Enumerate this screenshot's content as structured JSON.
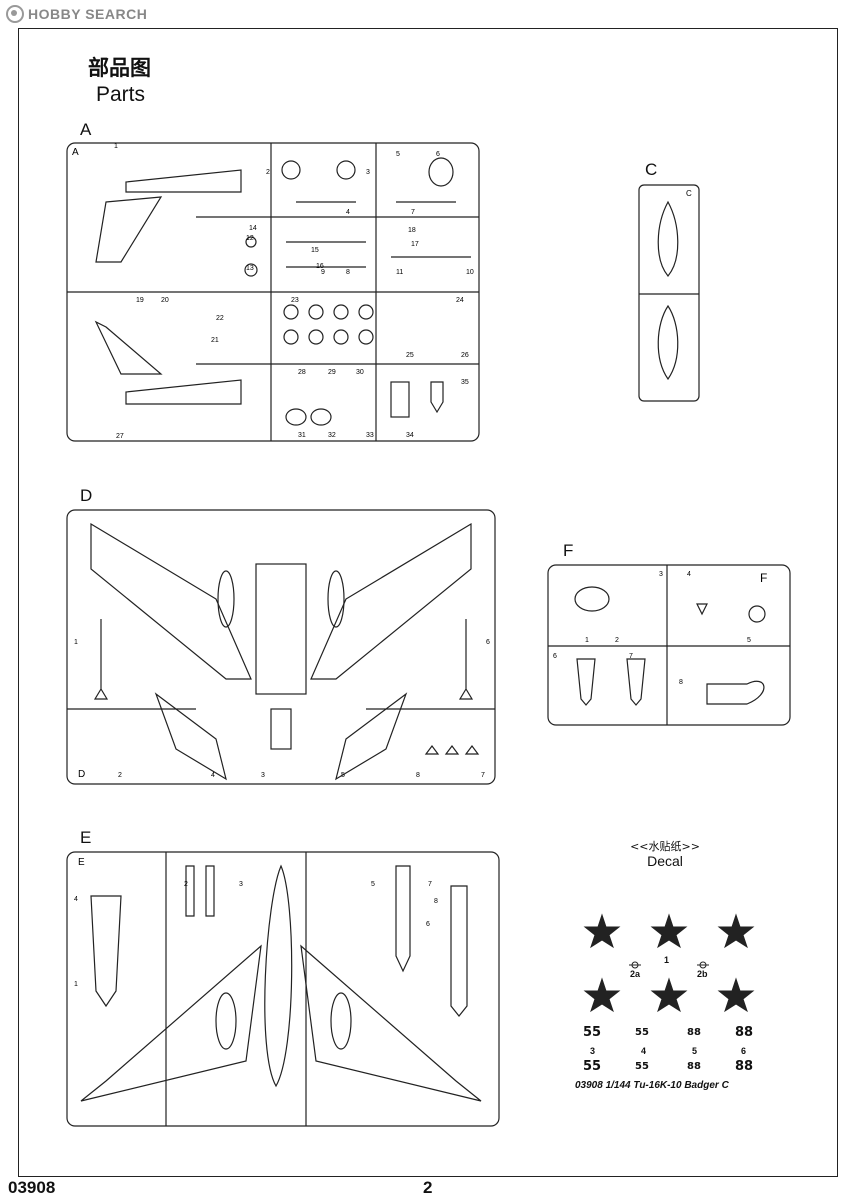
{
  "watermark": "HOBBY SEARCH",
  "title_cn": "部品图",
  "title_en": "Parts",
  "sprues": {
    "A": {
      "label": "A",
      "tag": "A"
    },
    "C": {
      "label": "C",
      "tag": "C"
    },
    "D": {
      "label": "D",
      "tag": "D"
    },
    "E": {
      "label": "E",
      "tag": "E"
    },
    "F": {
      "label": "F",
      "tag": "F"
    }
  },
  "part_numbers": {
    "A": [
      "1",
      "2",
      "3",
      "4",
      "5",
      "6",
      "7",
      "8",
      "9",
      "10",
      "11",
      "12",
      "13",
      "14",
      "15",
      "16",
      "17",
      "18",
      "19",
      "20",
      "21",
      "22",
      "23",
      "24",
      "25",
      "26",
      "27",
      "28",
      "29",
      "30",
      "31",
      "32",
      "33",
      "34",
      "35"
    ],
    "D": [
      "1",
      "2",
      "3",
      "4",
      "5",
      "6",
      "7",
      "8"
    ],
    "E": [
      "1",
      "2",
      "3",
      "4",
      "5",
      "6",
      "7",
      "8"
    ],
    "F": [
      "1",
      "2",
      "3",
      "4",
      "5",
      "6",
      "7",
      "8"
    ]
  },
  "decal": {
    "header_cn": "<<水贴纸>>",
    "header_en": "Decal",
    "star_labels": [
      "1",
      "2a",
      "2b"
    ],
    "numbers_row1": [
      "55",
      "55",
      "88",
      "88"
    ],
    "index_row1": [
      "3",
      "4",
      "5",
      "6"
    ],
    "numbers_row2": [
      "55",
      "55",
      "88",
      "88"
    ],
    "code": "03908 1/144 Tu-16K-10 Badger C"
  },
  "footer": {
    "code": "03908",
    "page": "2"
  }
}
